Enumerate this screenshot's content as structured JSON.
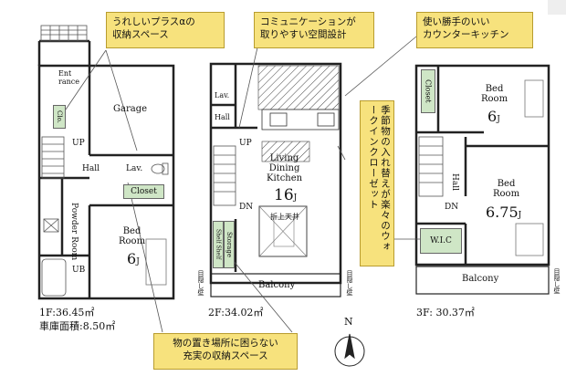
{
  "callouts": {
    "storage_plus": "うれしいプラスαの\n収納スペース",
    "communication": "コミュニケーションが\n取りやすい空間設計",
    "kitchen": "使い勝手のいい\nカウンターキッチン",
    "walkin": "季節物の入れ替えが楽々のウォークインクローゼット",
    "storage_bottom": "物の置き場所に困らない\n充実の収納スペース"
  },
  "floor1": {
    "entrance": "Ent\nrance",
    "clo": "Clo.",
    "garage": "Garage",
    "up": "UP",
    "hall": "Hall",
    "lav": "Lav.",
    "closet": "Closet",
    "powder_room": "Powder Room",
    "bed_room": "Bed\nRoom",
    "bed_size": "6",
    "bed_unit": "J",
    "ub": "UB",
    "area": "1F:36.45㎡",
    "parking_area": "車庫面積:8.50㎡"
  },
  "floor2": {
    "lav": "Lav.",
    "hall": "Hall",
    "up": "UP",
    "dn": "DN",
    "ldk": "Living\nDining\nKitchen",
    "ldk_size": "16",
    "ldk_unit": "J",
    "ceiling": "折上天井",
    "storage": "Storage",
    "shelf": "Shelf Shelf",
    "balcony": "Balcony",
    "blind_left": "目隠し壁",
    "blind_right": "目隠し壁",
    "area": "2F:34.02㎡"
  },
  "floor3": {
    "closet": "Closet",
    "bed1": "Bed\nRoom",
    "bed1_size": "6",
    "bed1_unit": "J",
    "hall": "Hall",
    "bed2": "Bed\nRoom",
    "bed2_size": "6.75",
    "bed2_unit": "J",
    "dn": "DN",
    "wic": "W.I.C",
    "balcony": "Balcony",
    "blind": "目隠し壁",
    "area": "3F: 30.37㎡"
  },
  "compass": {
    "north": "N"
  },
  "colors": {
    "callout": "#f7e27d",
    "storage": "#cfe6c6",
    "wall": "#222222"
  }
}
